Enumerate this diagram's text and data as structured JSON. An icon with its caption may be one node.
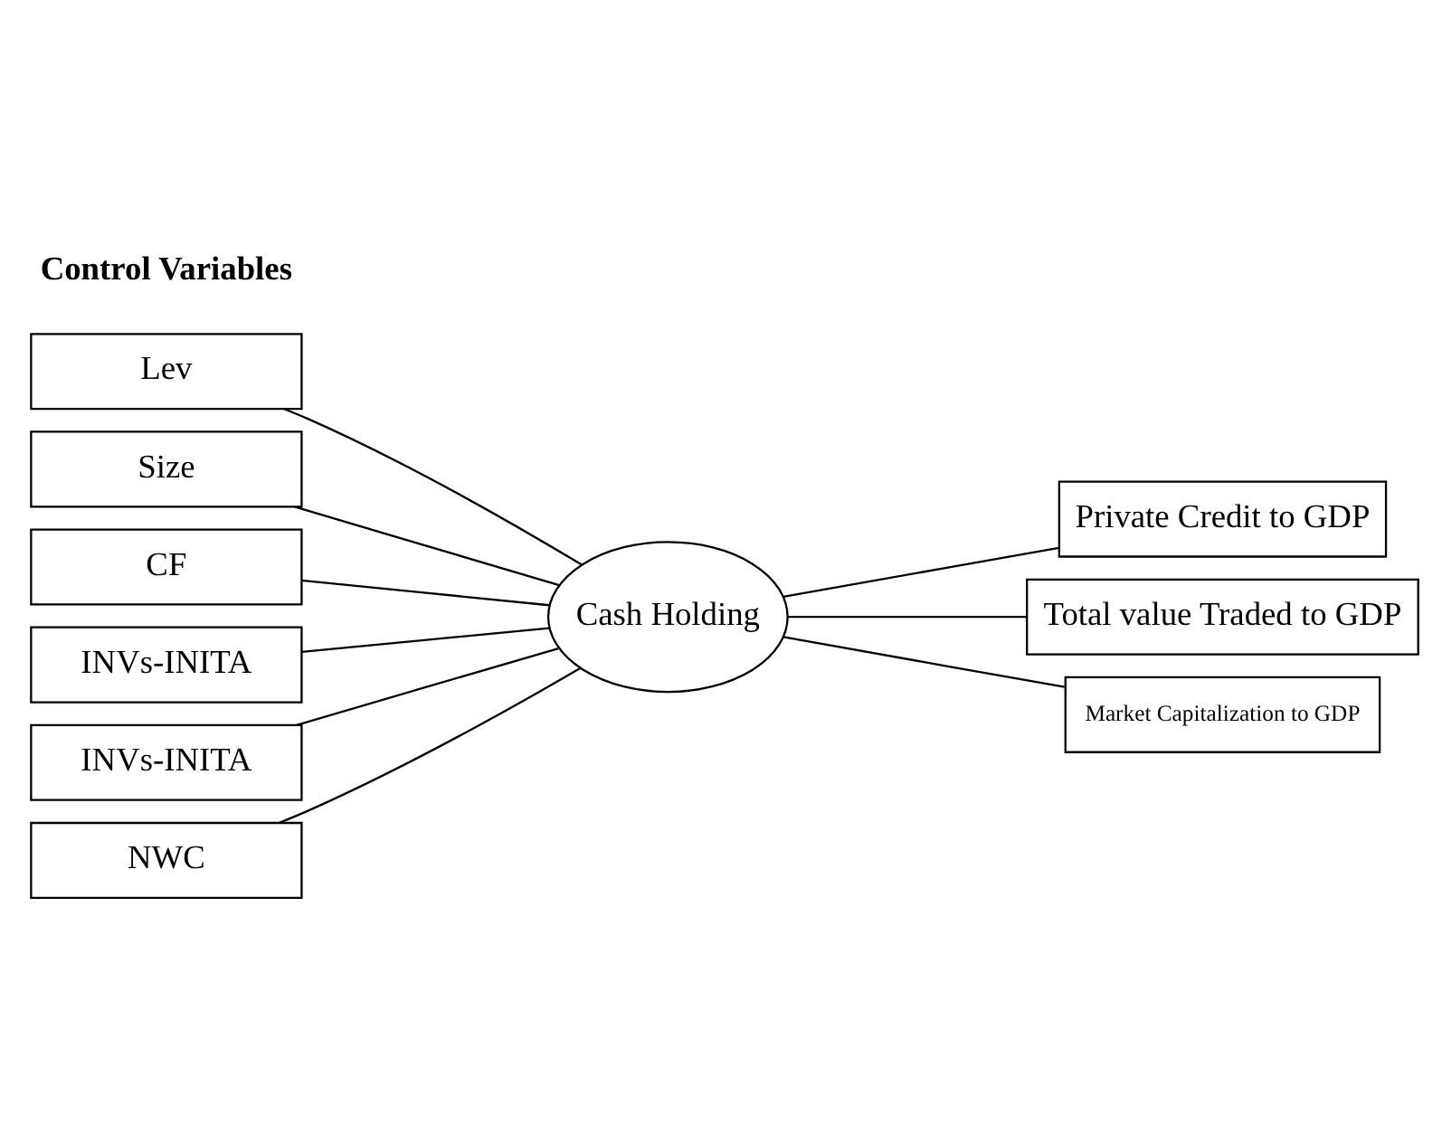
{
  "diagram": {
    "nodes": [
      {
        "text": [
          "Lev"
        ]
      },
      {
        "text": [
          "Size"
        ]
      },
      {
        "text": [
          "CF"
        ]
      },
      {
        "text": [
          "INVs-INITA"
        ]
      },
      {
        "text": [
          "INVs-INITA"
        ]
      },
      {
        "text": [
          "NWC"
        ]
      },
      {
        "text": [
          "Cash Holding"
        ]
      },
      {
        "text": [
          "Private Credit to GDP"
        ]
      },
      {
        "text": [
          "Total value Traded to GDP"
        ]
      },
      {
        "text": [
          "Market Capitalization to GDP"
        ]
      }
    ],
    "edges": [
      {
        "from": 0,
        "to": 6,
        "arrow": "none"
      },
      {
        "from": 1,
        "to": 6,
        "arrow": "none"
      },
      {
        "from": 2,
        "to": 6,
        "arrow": "none"
      },
      {
        "from": 3,
        "to": 6,
        "arrow": "none"
      },
      {
        "from": 4,
        "to": 6,
        "arrow": "none"
      },
      {
        "from": 5,
        "to": 6,
        "arrow": "none"
      },
      {
        "from": 6,
        "to": 7,
        "arrow": "none"
      },
      {
        "from": 6,
        "to": 8,
        "arrow": "none"
      },
      {
        "from": 6,
        "to": 9,
        "arrow": "none"
      }
    ],
    "labels": [
      "Control Variables"
    ]
  }
}
